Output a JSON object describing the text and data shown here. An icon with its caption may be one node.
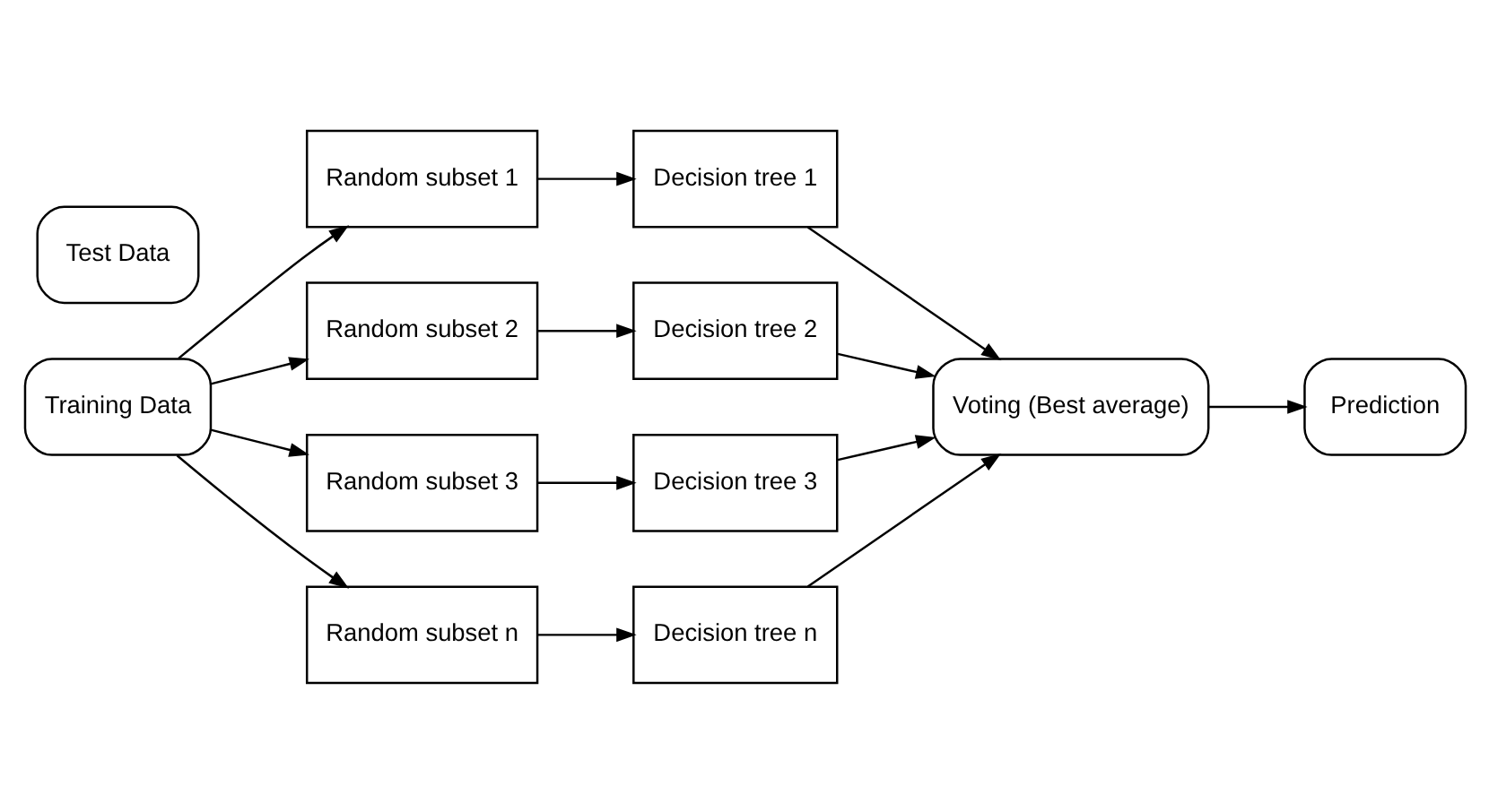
{
  "diagram": {
    "nodes": [
      {
        "text": [
          "Training Data"
        ]
      },
      {
        "text": [
          "Test Data"
        ]
      },
      {
        "text": [
          "Random subset 1"
        ]
      },
      {
        "text": [
          "Decision tree 1"
        ]
      },
      {
        "text": [
          "Random subset 2"
        ]
      },
      {
        "text": [
          "Decision tree 2"
        ]
      },
      {
        "text": [
          "Random subset 3"
        ]
      },
      {
        "text": [
          "Decision tree 3"
        ]
      },
      {
        "text": [
          "Random subset n"
        ]
      },
      {
        "text": [
          "Decision tree n"
        ]
      },
      {
        "text": [
          "Voting (Best average)"
        ]
      },
      {
        "text": [
          "Prediction"
        ]
      }
    ],
    "edges": [
      {
        "from": 0,
        "to": 2,
        "arrow": "to"
      },
      {
        "from": 0,
        "to": 4,
        "arrow": "to"
      },
      {
        "from": 0,
        "to": 6,
        "arrow": "to"
      },
      {
        "from": 0,
        "to": 8,
        "arrow": "to"
      },
      {
        "from": 2,
        "to": 3,
        "arrow": "to"
      },
      {
        "from": 4,
        "to": 5,
        "arrow": "to"
      },
      {
        "from": 6,
        "to": 7,
        "arrow": "to"
      },
      {
        "from": 8,
        "to": 9,
        "arrow": "to"
      },
      {
        "from": 3,
        "to": 10,
        "arrow": "to"
      },
      {
        "from": 5,
        "to": 10,
        "arrow": "to"
      },
      {
        "from": 7,
        "to": 10,
        "arrow": "to"
      },
      {
        "from": 9,
        "to": 10,
        "arrow": "to"
      },
      {
        "from": 10,
        "to": 11,
        "arrow": "to"
      }
    ]
  }
}
